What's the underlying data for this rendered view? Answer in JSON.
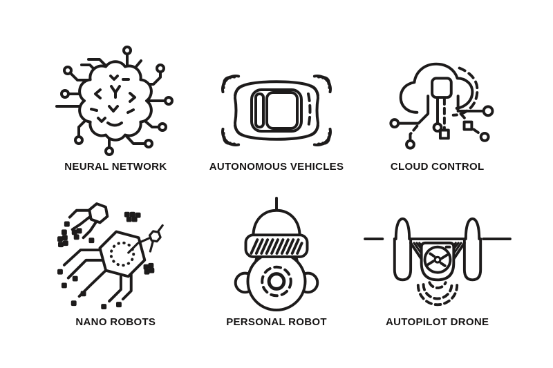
{
  "page": {
    "background_color": "#ffffff",
    "line_color": "#1d1b1b",
    "text_color": "#161414"
  },
  "cells": [
    {
      "id": "neural-network",
      "label": "NEURAL NETWORK"
    },
    {
      "id": "autonomous-vehicles",
      "label": "AUTONOMOUS VEHICLES"
    },
    {
      "id": "cloud-control",
      "label": "CLOUD CONTROL"
    },
    {
      "id": "nano-robots",
      "label": "NANO ROBOTS"
    },
    {
      "id": "personal-robot",
      "label": "PERSONAL ROBOT"
    },
    {
      "id": "autopilot-drone",
      "label": "AUTOPILOT DRONE"
    }
  ]
}
